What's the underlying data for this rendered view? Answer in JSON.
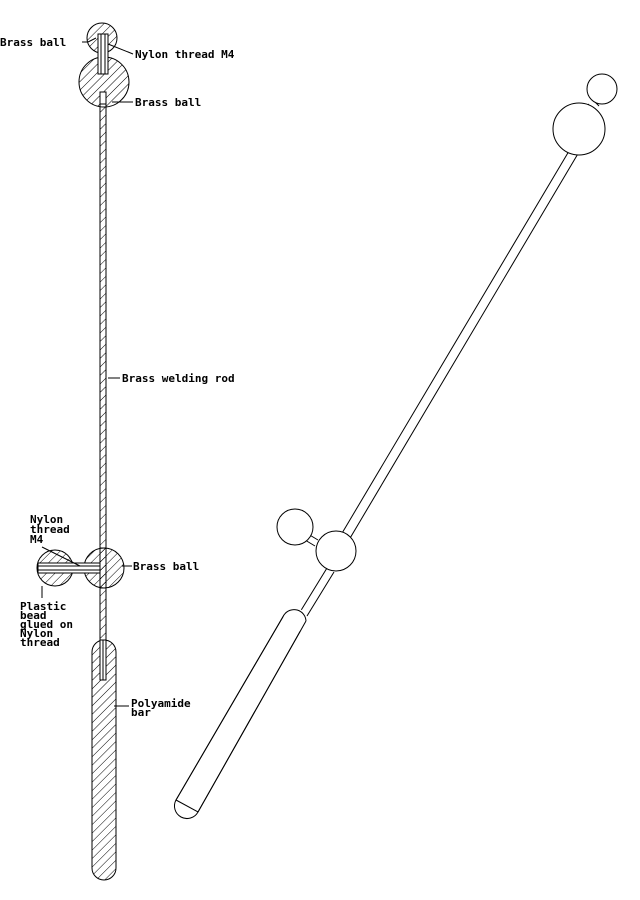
{
  "labels": {
    "top_ball": "Brass ball",
    "nylon_top": "Nylon thread M4",
    "upper_ball": "Brass ball",
    "welding_rod": "Brass welding rod",
    "lower_ball": "Brass ball",
    "nylon_side": [
      "Nylon",
      "thread",
      "M4"
    ],
    "bead": [
      "Plastic",
      "bead",
      "glued on",
      "Nylon",
      "thread"
    ],
    "polyamide": [
      "Polyamide",
      "bar"
    ]
  }
}
